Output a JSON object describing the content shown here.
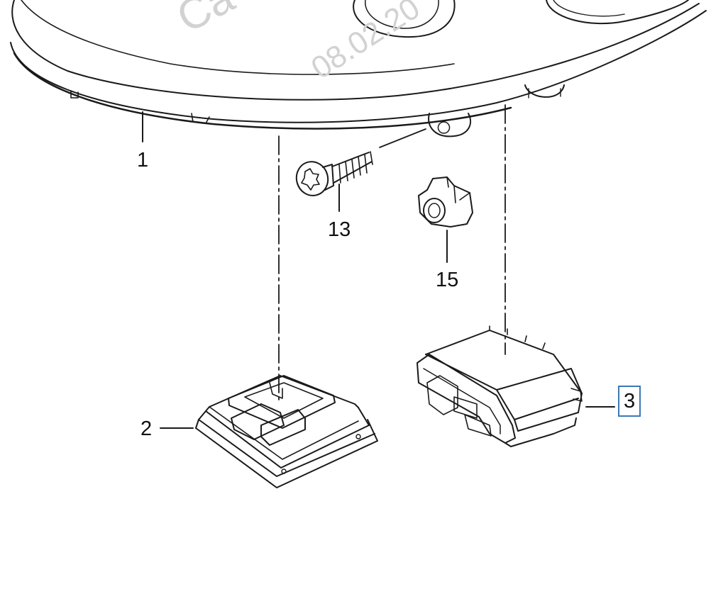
{
  "watermark": {
    "brand_fragment": "Ca",
    "date_fragment": "08.02.20"
  },
  "callouts": [
    {
      "id": "1",
      "text": "1"
    },
    {
      "id": "2",
      "text": "2"
    },
    {
      "id": "3",
      "text": "3",
      "highlighted": true
    },
    {
      "id": "13",
      "text": "13"
    },
    {
      "id": "15",
      "text": "15"
    }
  ],
  "colors": {
    "line": "#1a1a1a",
    "highlight_box": "#3b78b5",
    "watermark": "#d2d2d2",
    "background": "#ffffff"
  }
}
